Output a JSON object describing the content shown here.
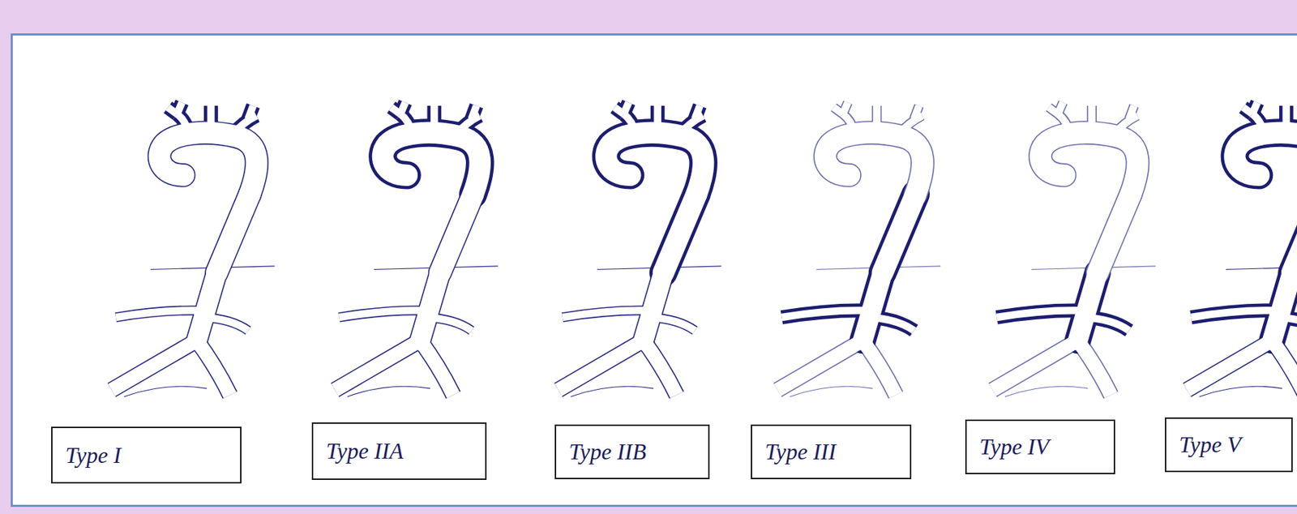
{
  "diagram": {
    "nodes": [
      {
        "text": [
          "Type I"
        ]
      },
      {
        "text": [
          "Type IIA"
        ]
      },
      {
        "text": [
          "Type IIB"
        ]
      },
      {
        "text": [
          "Type III"
        ]
      },
      {
        "text": [
          "Type IV"
        ]
      },
      {
        "text": [
          "Type V"
        ]
      }
    ]
  }
}
